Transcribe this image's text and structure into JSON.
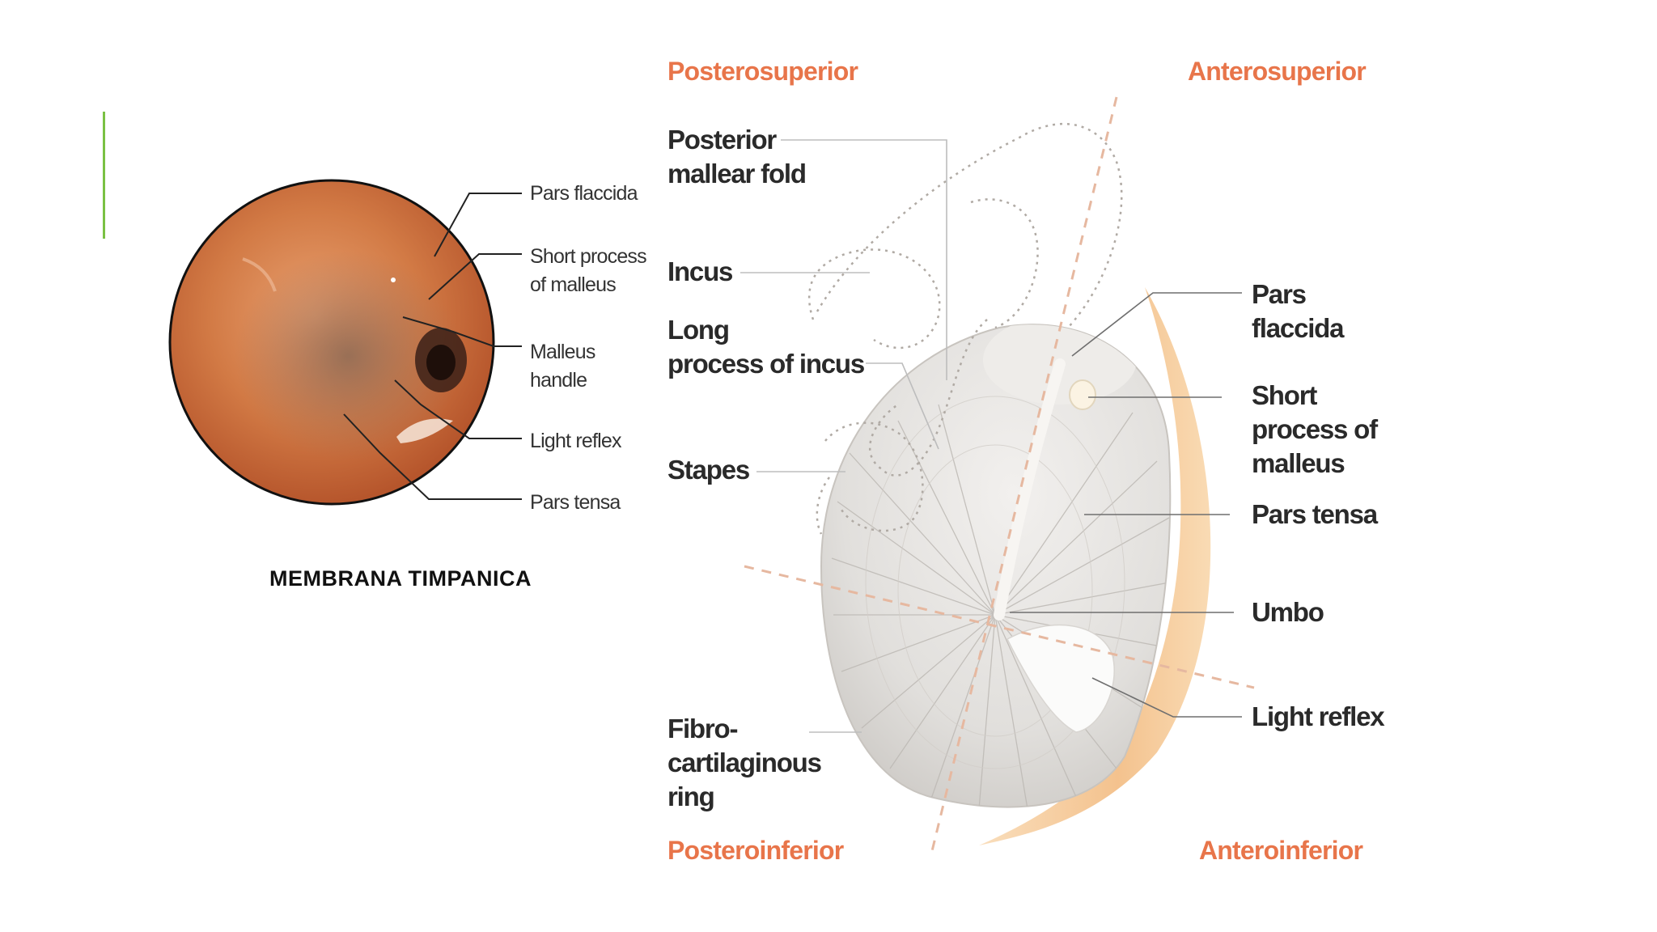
{
  "slide": {
    "accent_color": "#7ac143"
  },
  "photo": {
    "caption": "MEMBRANA TIMPANICA",
    "labels": {
      "pars_flaccida": "Pars flaccida",
      "short_process_1": "Short process",
      "short_process_2": "of malleus",
      "malleus_handle_1": "Malleus",
      "malleus_handle_2": "handle",
      "light_reflex": "Light reflex",
      "pars_tensa": "Pars tensa"
    }
  },
  "diagram": {
    "orientation": {
      "posterosuperior": "Posterosuperior",
      "anterosuperior": "Anterosuperior",
      "posteroinferior": "Posteroinferior",
      "anteroinferior": "Anteroinferior"
    },
    "left_labels": {
      "posterior_mallear_fold_1": "Posterior",
      "posterior_mallear_fold_2": "mallear fold",
      "incus": "Incus",
      "long_process_1": "Long",
      "long_process_2": "process of incus",
      "stapes": "Stapes",
      "fibro_1": "Fibro-",
      "fibro_2": "cartilaginous",
      "fibro_3": "ring"
    },
    "right_labels": {
      "pars_flaccida_1": "Pars",
      "pars_flaccida_2": "flaccida",
      "short_process_1": "Short",
      "short_process_2": "process of",
      "short_process_3": "malleus",
      "pars_tensa": "Pars tensa",
      "umbo": "Umbo",
      "light_reflex": "Light reflex"
    },
    "colors": {
      "orientation_text": "#e8754a",
      "ring": "#f5c48f",
      "membrane": "#e3e1df"
    }
  }
}
